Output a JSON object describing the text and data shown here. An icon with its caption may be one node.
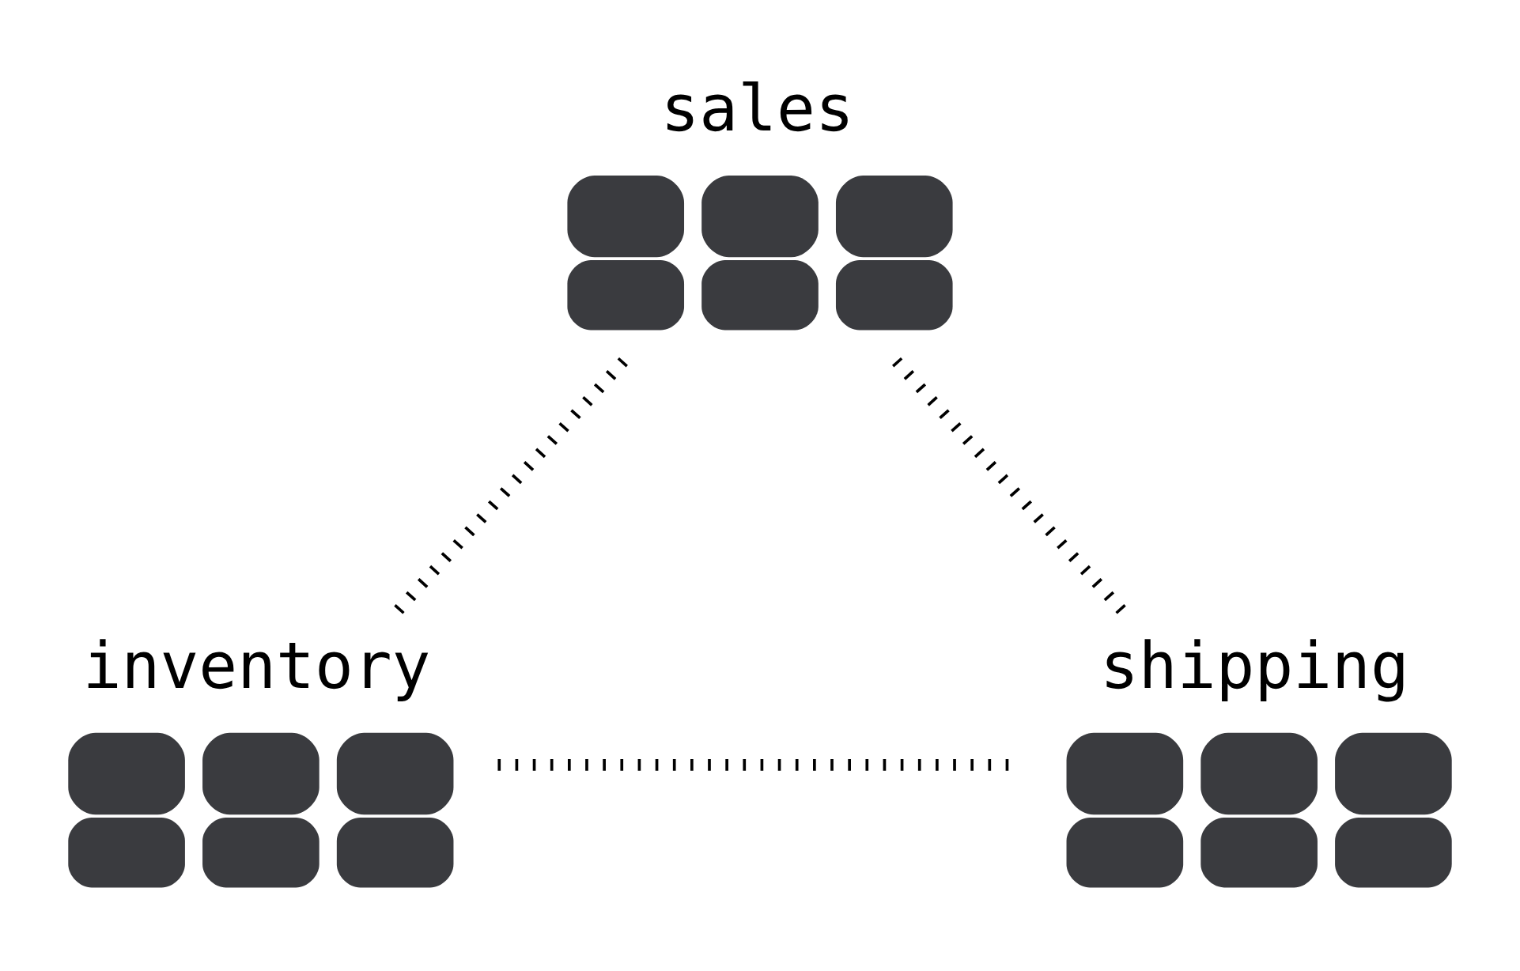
{
  "diagram": {
    "nodes": [
      {
        "text": [
          "sales"
        ]
      },
      {
        "text": [
          "inventory"
        ]
      },
      {
        "text": [
          "shipping"
        ]
      }
    ],
    "edges": [
      {
        "from": 0,
        "to": 1,
        "arrow": "none",
        "style": "dashed"
      },
      {
        "from": 0,
        "to": 2,
        "arrow": "none",
        "style": "dashed"
      },
      {
        "from": 1,
        "to": 2,
        "arrow": "none",
        "style": "dashed"
      }
    ]
  }
}
